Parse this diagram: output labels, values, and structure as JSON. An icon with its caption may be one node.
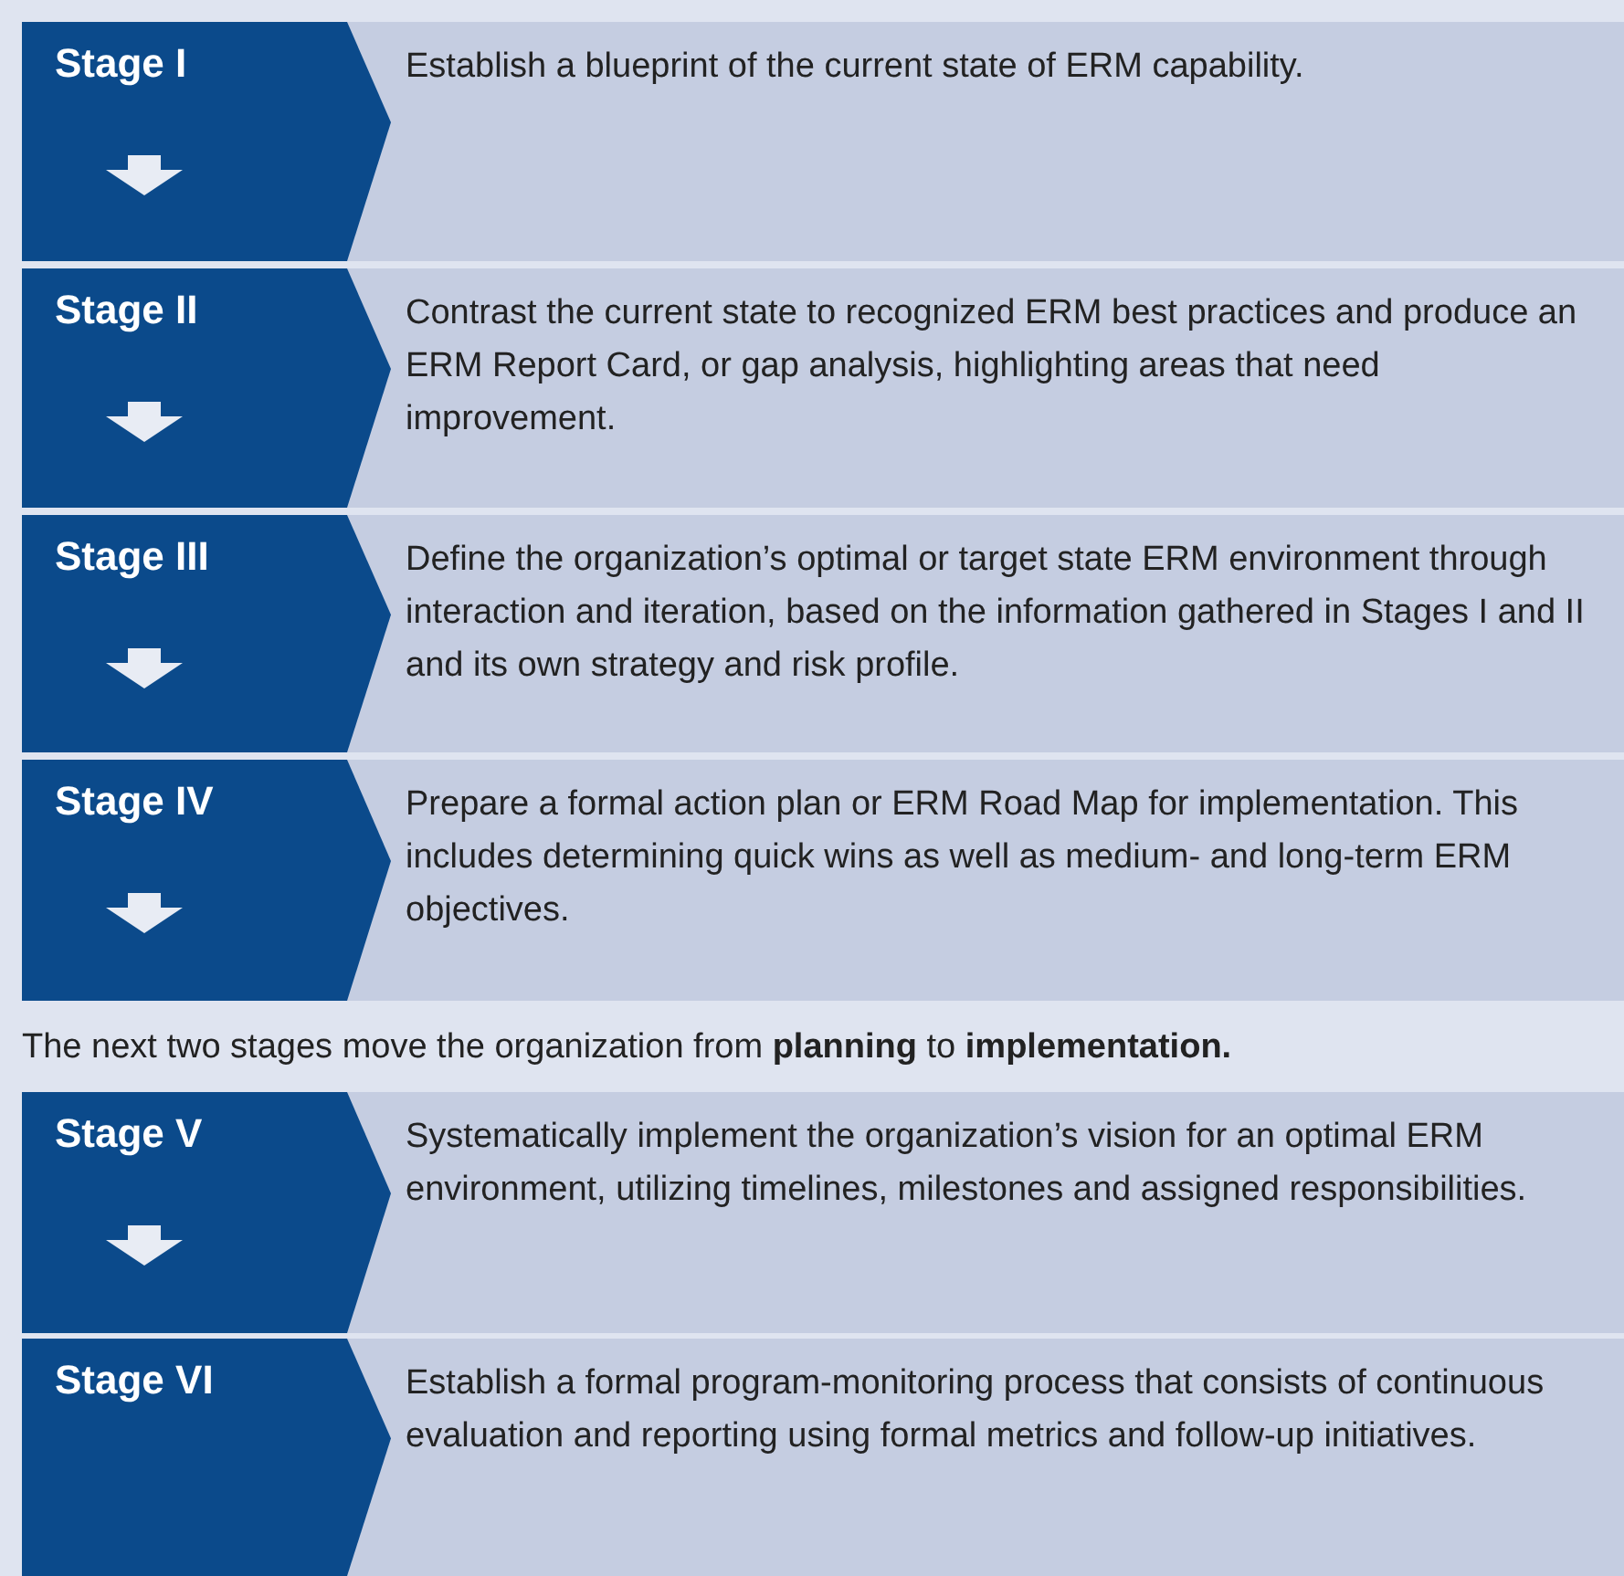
{
  "diagram": {
    "nodes": [
      {
        "text": [
          "Stage I",
          "Establish a blueprint of the current state of ERM capability."
        ]
      },
      {
        "text": [
          "Stage II",
          "Contrast the current state to recognized ERM best practices and produce an ERM Report Card, or gap analysis, highlighting areas that need improvement."
        ]
      },
      {
        "text": [
          "Stage III",
          "Define the organization’s optimal or target state ERM environment through interaction and iteration, based on the information gathered in Stages I and II and its own strategy and risk profile."
        ]
      },
      {
        "text": [
          "Stage IV",
          "Prepare a formal action plan or ERM Road Map for implementation. This includes determining quick wins as well as medium- and long-term ERM objectives."
        ]
      },
      {
        "text": [
          "Stage V",
          "Systematically implement the organization’s vision for an optimal ERM environment, utilizing timelines, milestones and assigned responsibilities."
        ]
      },
      {
        "text": [
          "Stage VI",
          "Establish a formal program-monitoring process that consists of continuous evaluation and reporting using formal metrics and follow-up initiatives."
        ]
      }
    ],
    "edges": [],
    "labels": [
      "The next two stages move the organization from **planning** to **implementation.**"
    ]
  }
}
